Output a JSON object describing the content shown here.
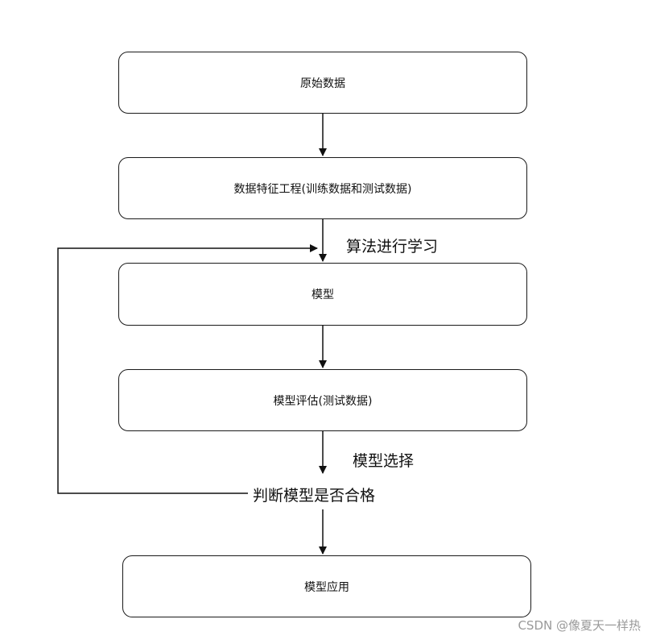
{
  "nodes": {
    "raw_data": "原始数据",
    "feature_engineering": "数据特征工程(训练数据和测试数据)",
    "model": "模型",
    "evaluation": "模型评估(测试数据)",
    "application": "模型应用"
  },
  "edge_labels": {
    "algorithm_learning": "算法进行学习",
    "model_selection": "模型选择",
    "qualified_check": "判断模型是否合格"
  },
  "watermark": "CSDN @像夏天一样热"
}
